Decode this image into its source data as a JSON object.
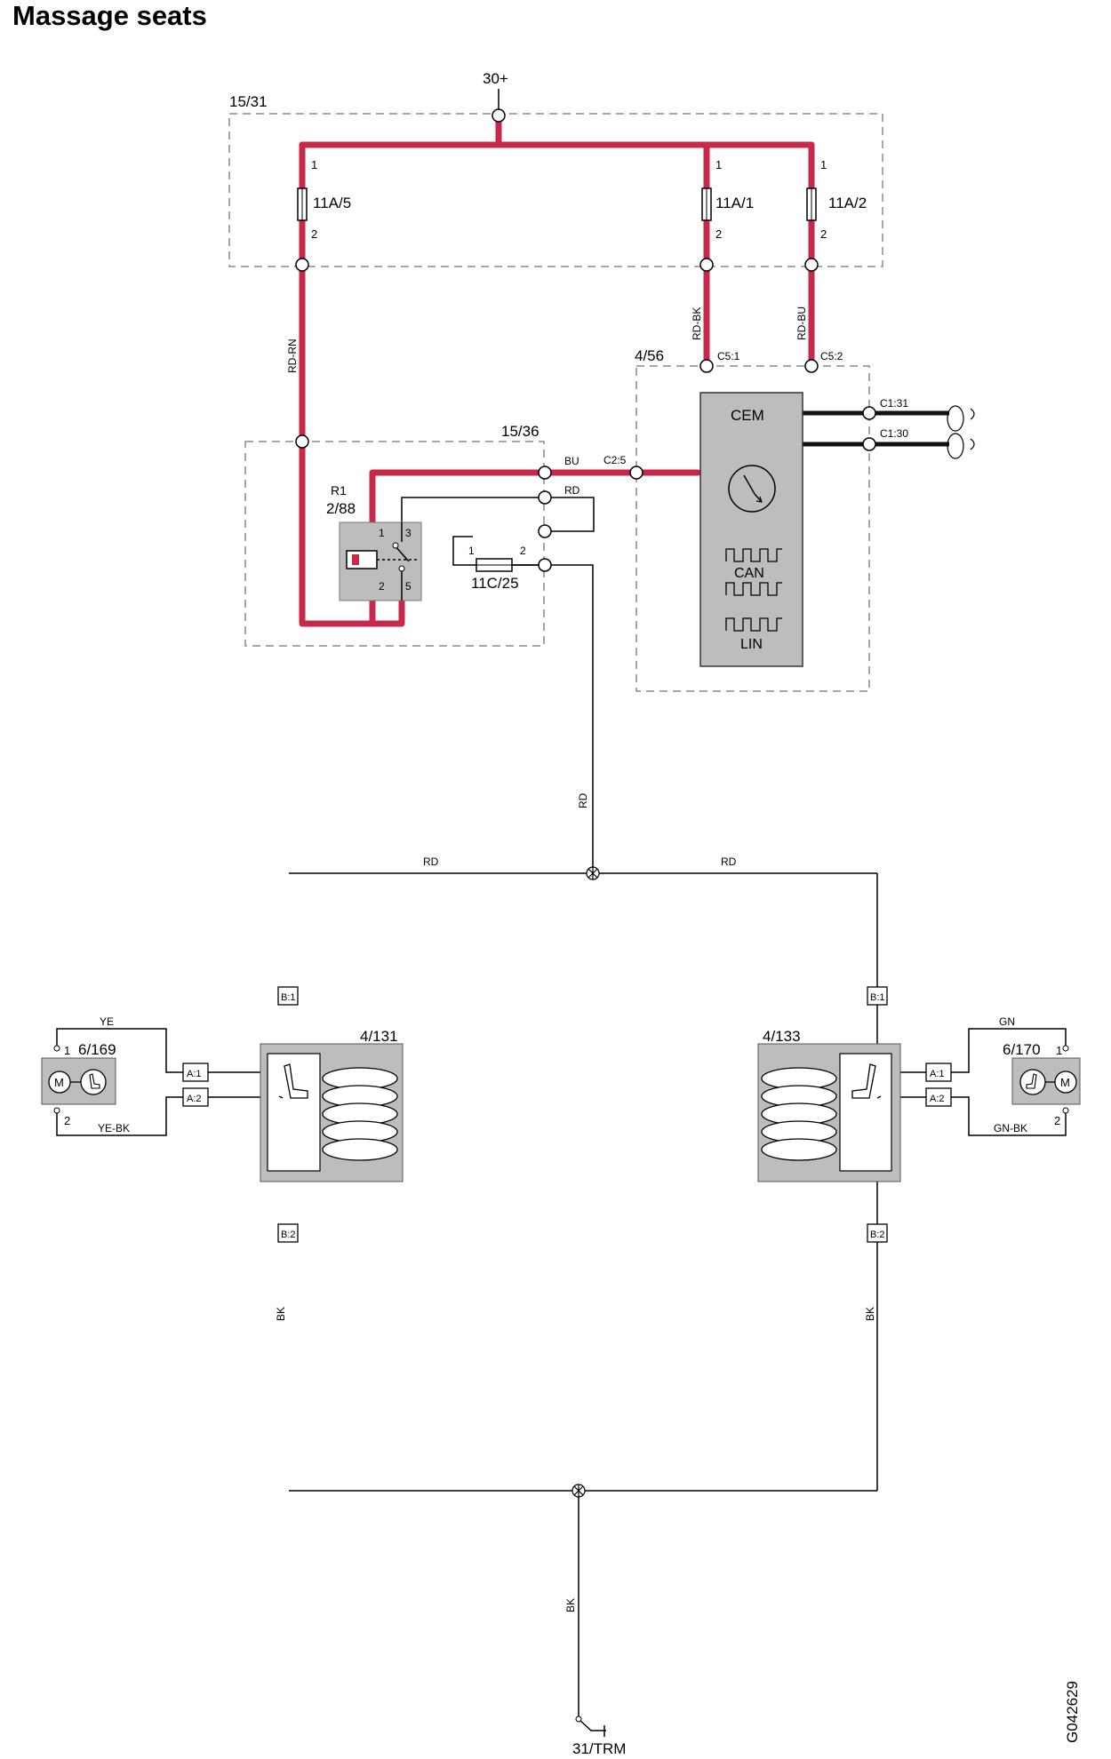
{
  "title": "Massage seats",
  "diagram_id": "G042629",
  "colors": {
    "power_wire": "#c8284a",
    "signal_wire": "#000000",
    "module_fill": "#bdbdbd",
    "box_border": "#8a8a8a"
  },
  "supply": {
    "label": "30+"
  },
  "fusebox": {
    "label": "15/31",
    "fuses": [
      {
        "label": "11A/5",
        "pin1": "1",
        "pin2": "2",
        "wire": "RD-RN"
      },
      {
        "label": "11A/1",
        "pin1": "1",
        "pin2": "2",
        "wire": "RD-BK"
      },
      {
        "label": "11A/2",
        "pin1": "1",
        "pin2": "2",
        "wire": "RD-BU"
      }
    ]
  },
  "relay_box": {
    "label": "15/36",
    "relay": {
      "label_r": "R1",
      "label_id": "2/88",
      "pins": [
        "1",
        "3",
        "2",
        "5"
      ]
    },
    "fuse": {
      "label": "11C/25",
      "pin1": "1",
      "pin2": "2"
    },
    "wires": {
      "bu": "BU",
      "rd": "RD"
    }
  },
  "cem": {
    "box_label": "4/56",
    "name": "CEM",
    "can": "CAN",
    "lin": "LIN",
    "connectors": {
      "c51": "C5:1",
      "c52": "C5:2",
      "c25": "C2:5",
      "c131": "C1:31",
      "c130": "C1:30"
    }
  },
  "feed": {
    "vertical_wire": "RD",
    "left_wire": "RD",
    "right_wire": "RD"
  },
  "left_seat": {
    "label": "4/131",
    "motor": {
      "label": "6/169",
      "pin1": "1",
      "pin2": "2",
      "wire_top": "YE",
      "wire_bottom": "YE-BK",
      "symbol": "M"
    },
    "connectors": {
      "b1": "B:1",
      "b2": "B:2",
      "a1": "A:1",
      "a2": "A:2"
    },
    "ground_wire": "BK"
  },
  "right_seat": {
    "label": "4/133",
    "motor": {
      "label": "6/170",
      "pin1": "1",
      "pin2": "2",
      "wire_top": "GN",
      "wire_bottom": "GN-BK",
      "symbol": "M"
    },
    "connectors": {
      "b1": "B:1",
      "b2": "B:2",
      "a1": "A:1",
      "a2": "A:2"
    },
    "ground_wire": "BK"
  },
  "ground": {
    "wire": "BK",
    "label": "31/TRM"
  }
}
